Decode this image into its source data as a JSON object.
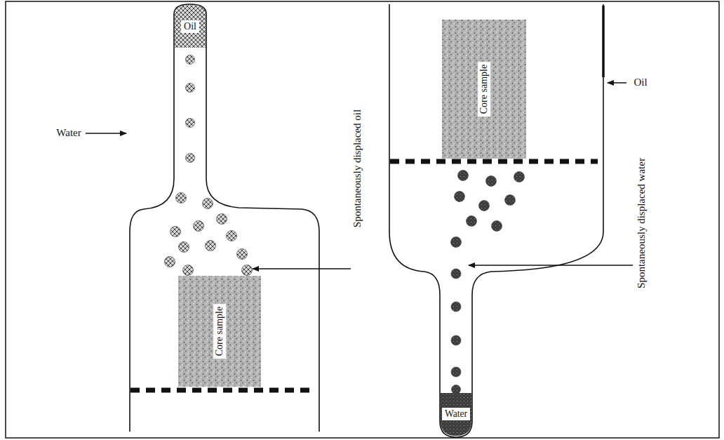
{
  "diagram": {
    "nodes": [
      {
        "text": [
          "Oil"
        ]
      },
      {
        "text": [
          "Core sample"
        ]
      },
      {
        "text": [
          "Core sample"
        ]
      },
      {
        "text": [
          "Water"
        ]
      }
    ],
    "labels": [
      "Water",
      "Spontaneously displaced oil",
      "Oil",
      "Spontaneously displaced water"
    ]
  }
}
